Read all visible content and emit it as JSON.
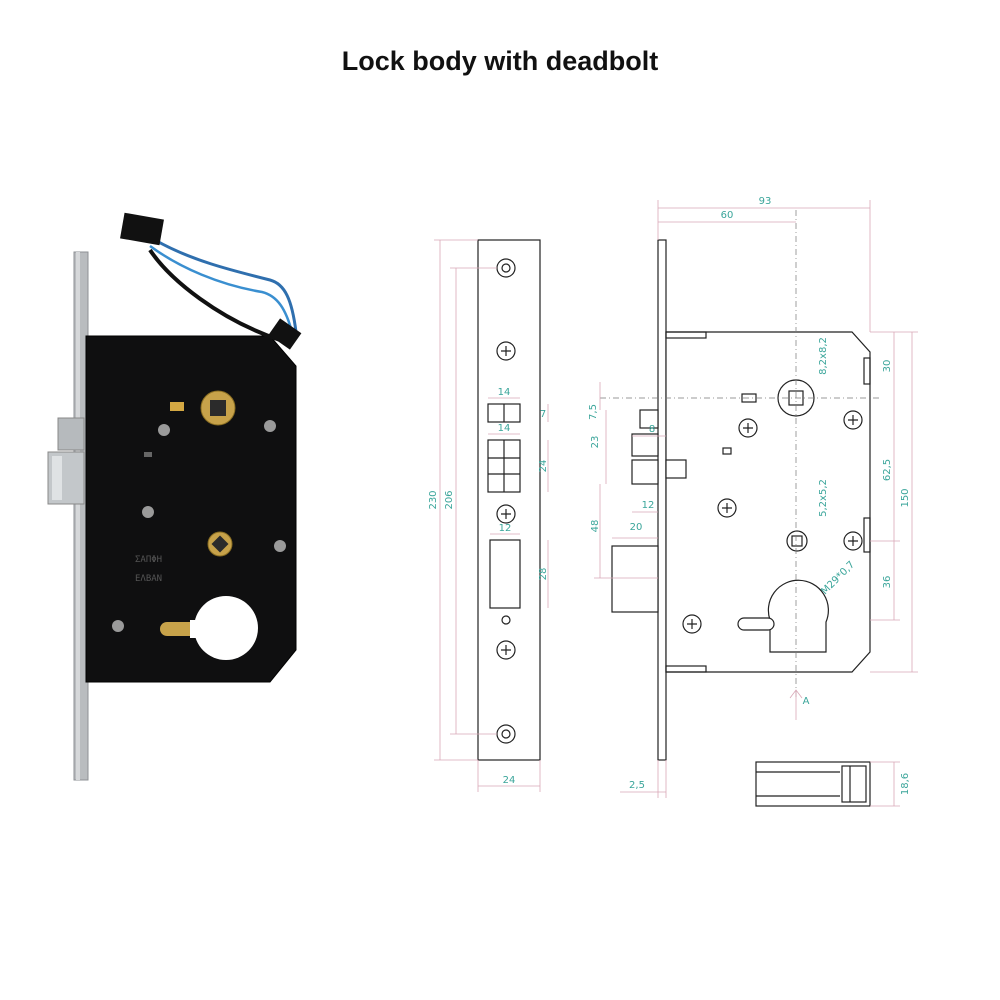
{
  "title": "Lock body with deadbolt",
  "photo": {
    "alt": "lock-photo",
    "stamp_line1": "ΣΑΠΦΗ",
    "stamp_line2": "ΕΛΒΑΝ"
  },
  "front_view": {
    "dims": {
      "overall_height": "230",
      "screw_spacing": "206",
      "faceplate_width": "24",
      "latch_width_top": "14",
      "latch_width_mid": "14",
      "latch_height": "7",
      "bolt_height": "24",
      "center_width": "12",
      "deadbolt_height": "28"
    }
  },
  "side_view": {
    "dims": {
      "depth_total": "93",
      "backset": "60",
      "spindle": "8,2x8,2",
      "top_offset": "7,5",
      "latch_projection": "8",
      "latch_height": "23",
      "latch_depth": "12",
      "deadbolt_projection": "20",
      "deadbolt_height": "48",
      "faceplate_thickness": "2,5",
      "small_spindle": "5,2x5,2",
      "cylinder_thread": "M29*0,7",
      "arrow_label": "A",
      "right_top": "30",
      "right_mid": "62,5",
      "right_total": "150",
      "right_bottom": "36",
      "detail_thickness": "18,6"
    }
  }
}
